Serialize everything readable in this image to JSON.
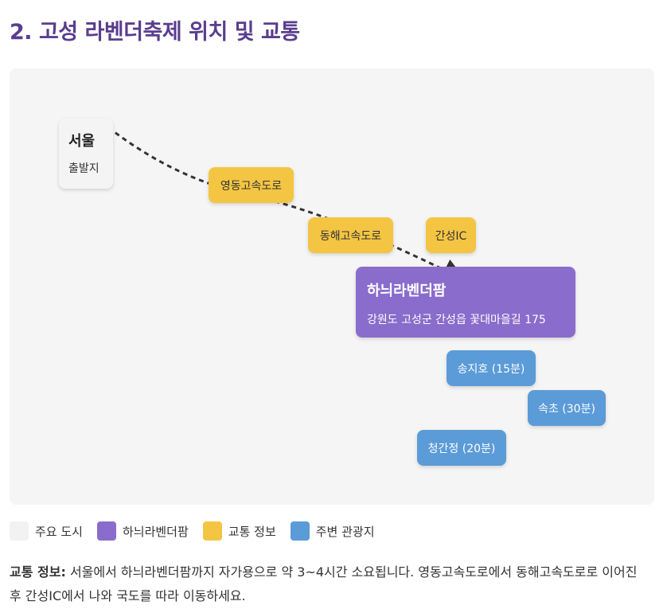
{
  "title": "2. 고성 라벤더축제 위치 및 교통",
  "map": {
    "origin": {
      "name": "서울",
      "sub": "출발지"
    },
    "transport": [
      "영동고속도로",
      "동해고속도로",
      "간성IC"
    ],
    "destination": {
      "name": "하늬라벤더팜",
      "address": "강원도 고성군 간성읍 꽃대마을길 175"
    },
    "attractions": [
      "송지호 (15분)",
      "속초 (30분)",
      "청간정 (20분)"
    ]
  },
  "legend": [
    {
      "label": "주요 도시",
      "color": "#f2f2f2"
    },
    {
      "label": "하늬라벤더팜",
      "color": "#8a6ccc"
    },
    {
      "label": "교통 정보",
      "color": "#f4c543"
    },
    {
      "label": "주변 관광지",
      "color": "#5b9bd8"
    }
  ],
  "info": {
    "label": "교통 정보:",
    "text": " 서울에서 하늬라벤더팜까지 자가용으로 약 3~4시간 소요됩니다. 영동고속도로에서 동해고속도로로 이어진 후 간성IC에서 나와 국도를 따라 이동하세요."
  }
}
